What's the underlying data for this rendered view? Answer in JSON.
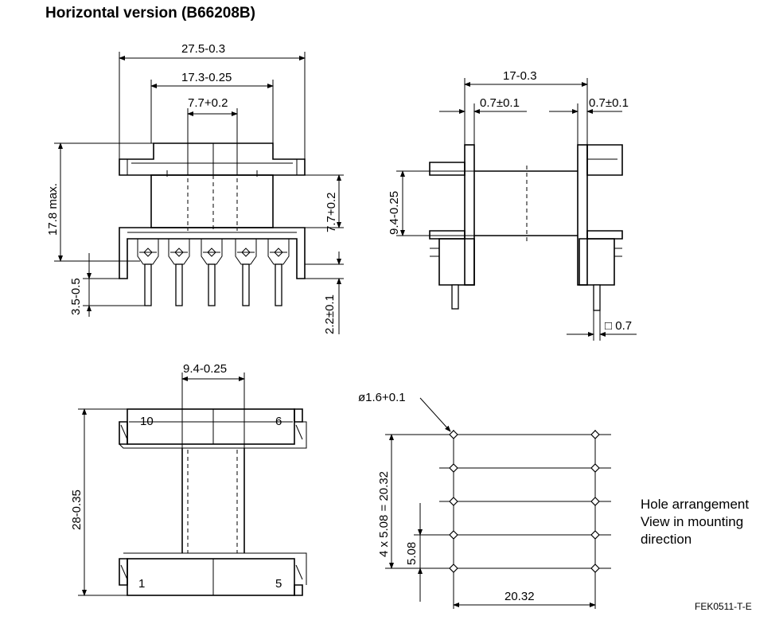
{
  "title": "Horizontal version (B66208B)",
  "front_view": {
    "dim_overall_width": "27.5-0.3",
    "dim_inner_width": "17.3-0.25",
    "dim_core_width": "7.7+0.2",
    "dim_height": "17.8 max.",
    "dim_core_height": "7.7+0.2",
    "dim_pin_offset": "3.5-0.5",
    "dim_pin_length": "2.2±0.1"
  },
  "side_view": {
    "dim_length": "17-0.3",
    "dim_flange_left": "0.7±0.1",
    "dim_flange_right": "0.7±0.1",
    "dim_core_height": "9.4-0.25",
    "dim_pin_square": "□ 0.7"
  },
  "top_view": {
    "dim_core_width": "9.4-0.25",
    "dim_length": "28-0.35",
    "pin_labels": {
      "top_left": "10",
      "top_right": "6",
      "bottom_left": "1",
      "bottom_right": "5"
    }
  },
  "hole_arrangement": {
    "dim_hole_diameter": "ø1.6+0.1",
    "dim_total_pitch": "4 x 5.08 = 20.32",
    "dim_pitch": "5.08",
    "dim_row_spacing": "20.32",
    "note_lines": [
      "Hole arrangement",
      "View in mounting",
      "direction"
    ]
  },
  "figure_code": "FEK0511-T-E"
}
